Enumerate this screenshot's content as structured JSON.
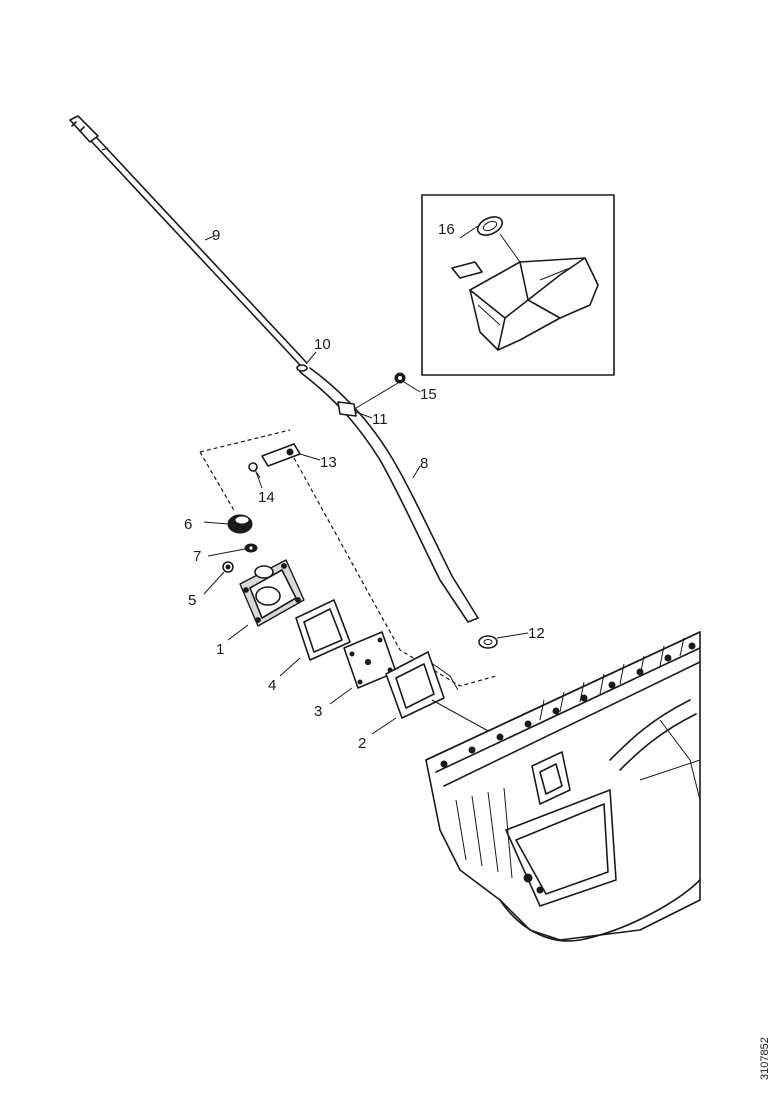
{
  "callouts": {
    "c1": "1",
    "c2": "2",
    "c3": "3",
    "c4": "4",
    "c5": "5",
    "c6": "6",
    "c7": "7",
    "c8": "8",
    "c9": "9",
    "c10": "10",
    "c11": "11",
    "c12": "12",
    "c13": "13",
    "c14": "14",
    "c15": "15",
    "c16": "16"
  },
  "document_id": "3107852"
}
